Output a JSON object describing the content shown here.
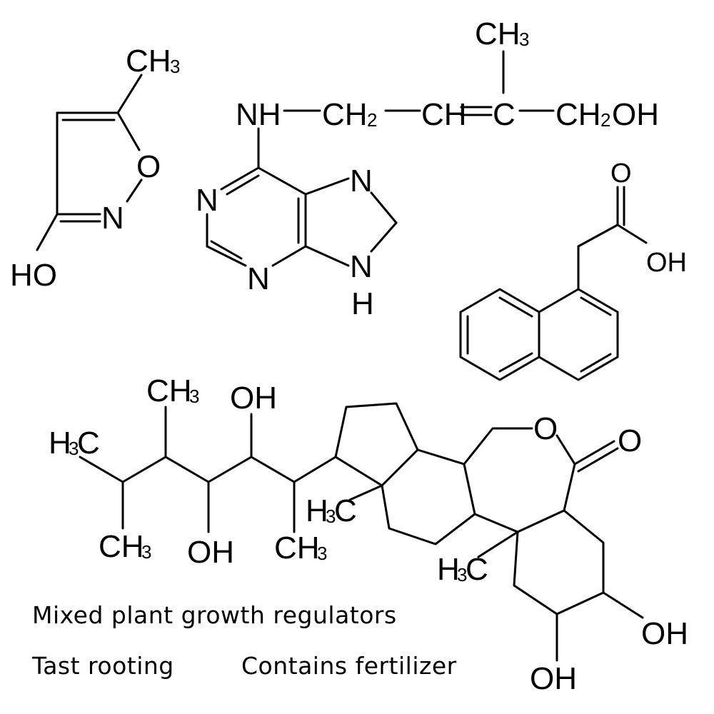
{
  "hymexazol": {
    "ch3": "CH",
    "ch3_sub": "3",
    "o": "O",
    "n": "N",
    "ho": "HO"
  },
  "zeatin": {
    "nh": "NH",
    "ch2_a": "CH",
    "ch2_a_sub": "2",
    "ch": "CH",
    "c": "C",
    "ch2oh": "CH",
    "ch2oh_sub": "2",
    "ch2oh_tail": "OH",
    "ch3": "CH",
    "ch3_sub": "3",
    "n1": "N",
    "n3": "N",
    "n7": "N",
    "n9": "N",
    "h9": "H"
  },
  "naa": {
    "o": "O",
    "oh": "OH"
  },
  "brassinolide": {
    "ch3_top": "CH",
    "ch3_top_sub": "3",
    "oh_top": "OH",
    "h3c_left": "H",
    "h3c_left_sub": "3",
    "h3c_left_c": "C",
    "ch3_bottom_left": "CH",
    "ch3_bottom_left_sub": "3",
    "oh_bottom": "OH",
    "ch3_bottom_mid": "CH",
    "ch3_bottom_mid_sub": "3",
    "h3c_mid": "H",
    "h3c_mid_sub": "3",
    "h3c_mid_c": "C",
    "h3c_low": "H",
    "h3c_low_sub": "3",
    "h3c_low_c": "C",
    "o_ring": "O",
    "o_carbonyl": "O",
    "oh_right": "OH",
    "oh_bottom_right": "OH"
  },
  "captions": {
    "line1": "Mixed plant growth regulators",
    "line2a": "Tast rooting",
    "line2b": "Contains fertilizer"
  }
}
